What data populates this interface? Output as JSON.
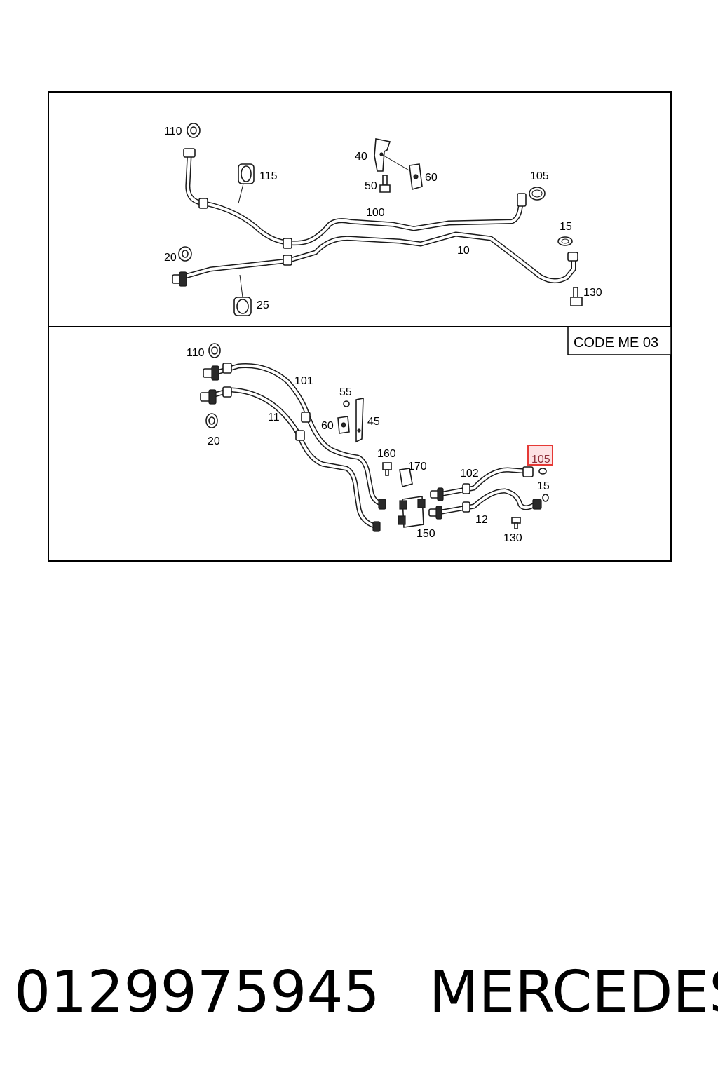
{
  "upper_panel": {
    "callouts": {
      "c110": "110",
      "c115": "115",
      "c40": "40",
      "c50": "50",
      "c60": "60",
      "c105": "105",
      "c100": "100",
      "c15": "15",
      "c10": "10",
      "c20": "20",
      "c25": "25",
      "c130": "130"
    }
  },
  "lower_panel": {
    "code_box": "CODE ME 03",
    "callouts": {
      "c110": "110",
      "c101": "101",
      "c55": "55",
      "c11": "11",
      "c60": "60",
      "c45": "45",
      "c20": "20",
      "c160": "160",
      "c170": "170",
      "c105": "105",
      "c102": "102",
      "c15": "15",
      "c12": "12",
      "c150": "150",
      "c130": "130"
    },
    "highlighted_callout": "105",
    "highlight_color": "#e53935"
  },
  "caption": {
    "part_number": "0129975945",
    "brand": "MERCEDES"
  }
}
